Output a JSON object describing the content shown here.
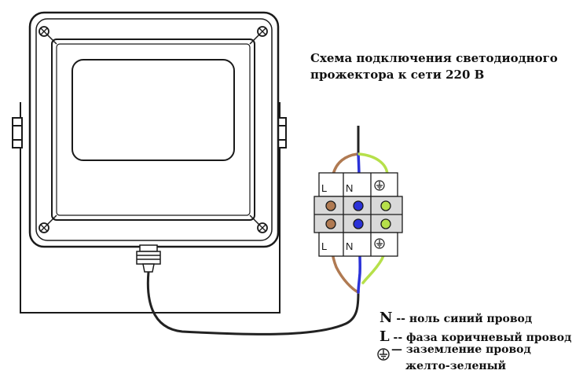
{
  "title_line1": "Схема подключения светодиодного",
  "title_line2": "прожектора к сети 220 В",
  "terminal_labels": {
    "left_top": "L",
    "mid_top": "N",
    "left_bottom": "L",
    "mid_bottom": "N"
  },
  "legend": {
    "n_key": "N",
    "n_text": "-- ноль синий провод",
    "l_key": "L",
    "l_text": "-- фаза коричневый провод",
    "earth_dash": "—",
    "earth_text_line1": "заземление провод",
    "earth_text_line2": "желто-зеленый"
  },
  "colors": {
    "brown": "#b07a52",
    "blue": "#2b32d8",
    "green": "#b6e04a",
    "cable": "#222222",
    "outline": "#1a1a1a"
  },
  "icons": [
    "screw-icon",
    "ground-symbol-icon"
  ]
}
